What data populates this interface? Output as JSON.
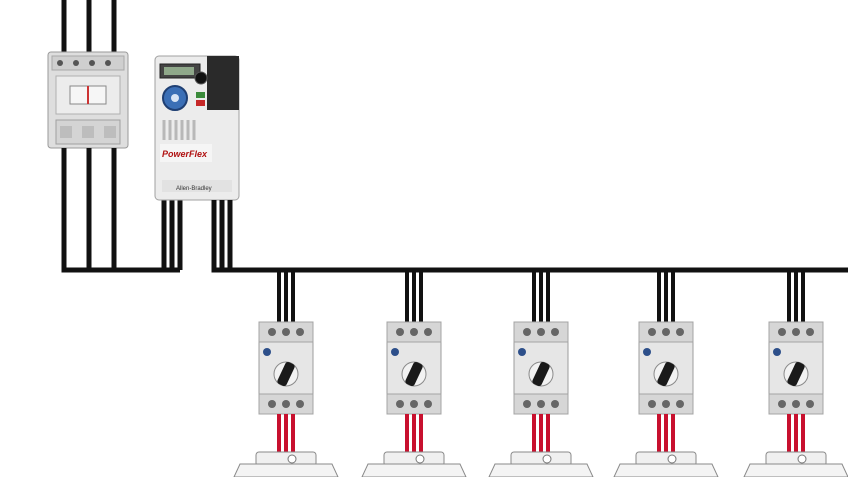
{
  "diagram": {
    "drive": {
      "brand_logo_text": "PowerFlex",
      "manufacturer": "Allen-Bradley"
    },
    "colors": {
      "power_wire": "#111111",
      "motor_wire": "#c8102e",
      "device_body": "#e6e6e6",
      "device_dark": "#2a2a2a",
      "drive_keypad": "#3b6fb6",
      "background": "#ffffff"
    },
    "icons": {
      "disconnect": "disconnect-switch-icon",
      "drive": "vfd-icon",
      "starter": "motor-protector-icon",
      "motor": "motor-terminal-box-icon"
    },
    "branches": [
      {
        "id": 1
      },
      {
        "id": 2
      },
      {
        "id": 3
      },
      {
        "id": 4
      },
      {
        "id": 5
      }
    ]
  }
}
